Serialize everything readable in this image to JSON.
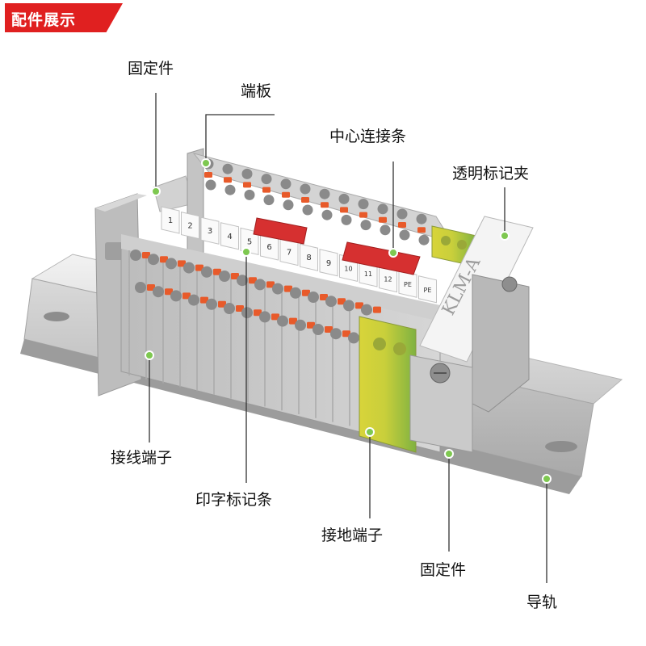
{
  "badge": {
    "label": "配件展示"
  },
  "callouts": {
    "fixing_top": "固定件",
    "end_plate": "端板",
    "center_bridge": "中心连接条",
    "marker_carrier": "透明标记夹",
    "terminal_block": "接线端子",
    "marker_strip": "印字标记条",
    "ground_terminal": "接地端子",
    "fixing_bottom": "固定件",
    "din_rail": "导轨"
  },
  "marker_labels": [
    "1",
    "2",
    "3",
    "4",
    "5",
    "6",
    "7",
    "8",
    "9",
    "10",
    "11",
    "12",
    "PE",
    "PE"
  ],
  "carrier_text": "KLM-A",
  "colors": {
    "badge": "#e02020",
    "terminal_gray": "#c9c9c9",
    "spring_orange": "#e85a2a",
    "bridge_red": "#d63030",
    "ground_yellow": "#d8d43a",
    "ground_green": "#7fb241",
    "callout_line": "#333333",
    "dot_green": "#7ec850"
  },
  "icons": {
    "callout_dot": "green-dot-icon"
  }
}
